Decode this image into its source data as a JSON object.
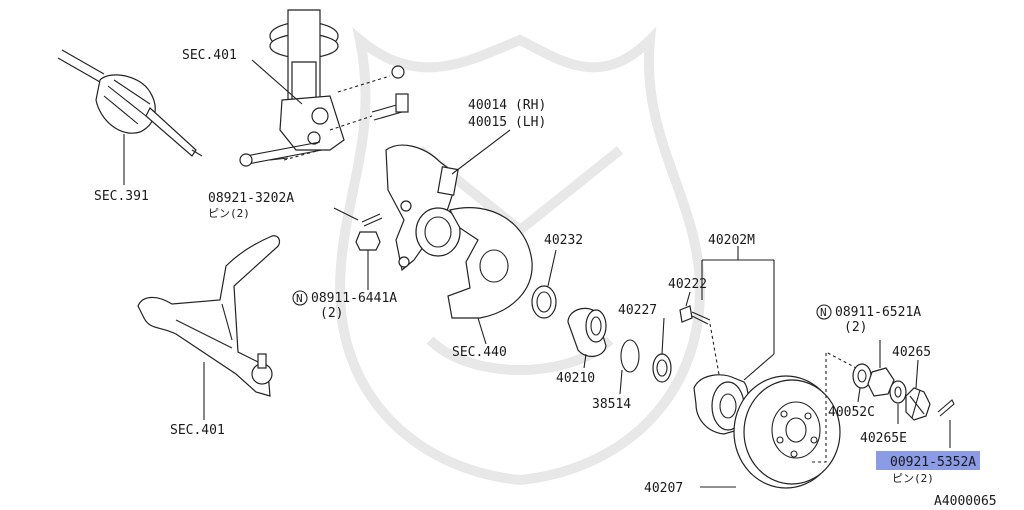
{
  "diagram": {
    "drawing_code": "A4000065",
    "labels": {
      "sec401_top": "SEC.401",
      "sec391": "SEC.391",
      "knuckle_rh": "40014 (RH)",
      "knuckle_lh": "40015 (LH)",
      "pin_upper_num": "08921-3202A",
      "pin_upper_qty": "ピン(2)",
      "nut_n": "N",
      "nut_left_num": "08911-6441A",
      "nut_left_qty": "(2)",
      "sec401_bottom": "SEC.401",
      "sec440": "SEC.440",
      "seal_40232": "40232",
      "bearing_40210": "40210",
      "hub_assy": "40202M",
      "bolt_40222": "40222",
      "seal_40227": "40227",
      "snap_38514": "38514",
      "rotor_40207": "40207",
      "nut_right_num": "08911-6521A",
      "nut_right_qty": "(2)",
      "nut_40265": "40265",
      "washer_40052c": "40052C",
      "washer_40265e": "40265E",
      "pin_lower_num": "00921-5352A",
      "pin_lower_qty": "ピン(2)"
    },
    "highlight_color": "#8c9be6"
  }
}
